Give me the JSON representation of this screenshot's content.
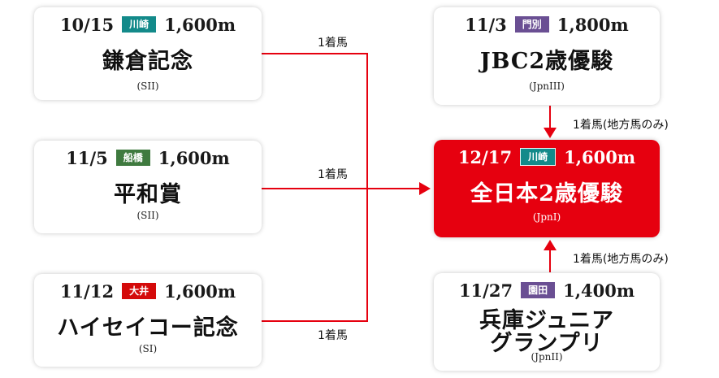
{
  "colors": {
    "accent": "#e6000f",
    "line": "#e6000f"
  },
  "races": [
    {
      "date": "10/15",
      "venue": "川崎",
      "venue_color": "#138a8a",
      "distance": "1,600m",
      "name": "鎌倉記念",
      "grade": "(SII)"
    },
    {
      "date": "11/5",
      "venue": "船橋",
      "venue_color": "#3f7a3f",
      "distance": "1,600m",
      "name": "平和賞",
      "grade": "(SII)"
    },
    {
      "date": "11/12",
      "venue": "大井",
      "venue_color": "#d40a0a",
      "distance": "1,600m",
      "name": "ハイセイコー記念",
      "grade": "(SI)"
    },
    {
      "date": "11/3",
      "venue": "門別",
      "venue_color": "#6a4f93",
      "distance": "1,800m",
      "name": "JBC2歳優駿",
      "grade": "(JpnIII)"
    },
    {
      "date": "11/27",
      "venue": "園田",
      "venue_color": "#6a4f93",
      "distance": "1,400m",
      "name_line1": "兵庫ジュニア",
      "name_line2": "グランプリ",
      "grade": "(JpnII)"
    }
  ],
  "final": {
    "date": "12/17",
    "venue": "川崎",
    "venue_color": "#138a8a",
    "distance": "1,600m",
    "name": "全日本2歳優駿",
    "grade": "(JpnI)"
  },
  "labels": {
    "winner": "1着馬",
    "winner_local": "1着馬(地方馬のみ)"
  }
}
